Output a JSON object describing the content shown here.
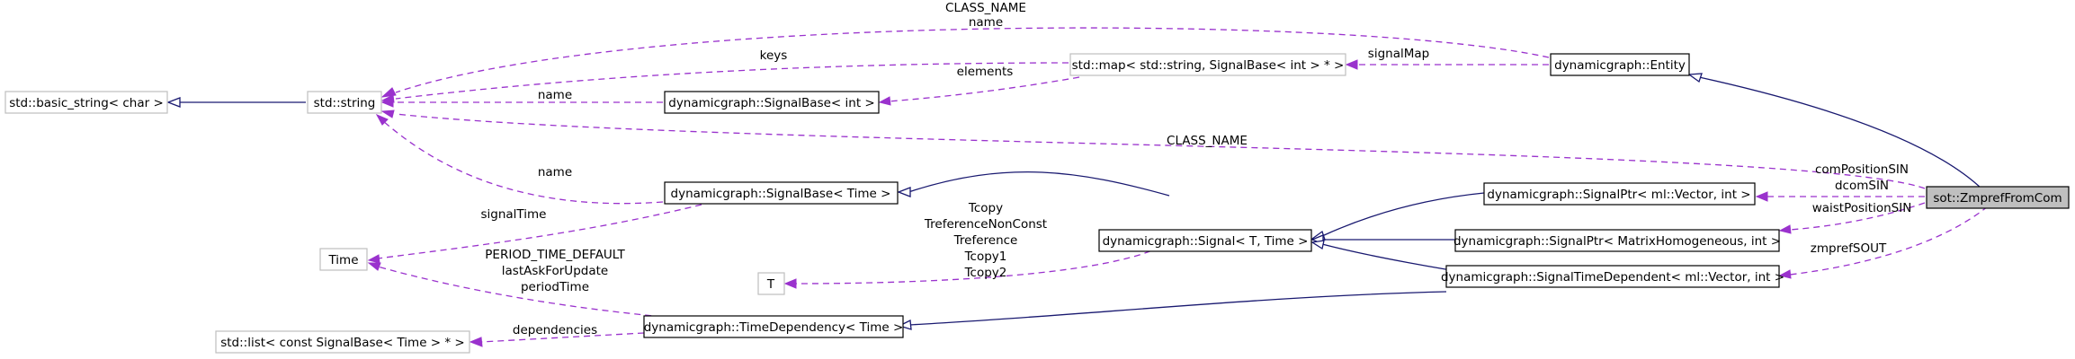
{
  "nodes": {
    "zmpref": "sot::ZmprefFromCom",
    "entity": "dynamicgraph::Entity",
    "stdmap": "std::map< std::string, SignalBase< int > * >",
    "stdstring": "std::string",
    "basicstring": "std::basic_string< char >",
    "signalbase_int": "dynamicgraph::SignalBase< int >",
    "signalbase_time": "dynamicgraph::SignalBase< Time >",
    "time": "Time",
    "t": "T",
    "signal_t_time": "dynamicgraph::Signal< T, Time >",
    "ptr_vector": "dynamicgraph::SignalPtr< ml::Vector, int >",
    "ptr_matrix": "dynamicgraph::SignalPtr< MatrixHomogeneous, int >",
    "timedep_vector": "dynamicgraph::SignalTimeDependent< ml::Vector, int >",
    "timedependency": "dynamicgraph::TimeDependency< Time >",
    "stdlist": "std::list< const SignalBase< Time > * >"
  },
  "edge_labels": {
    "class_name_top": "CLASS_NAME",
    "name_top": "name",
    "keys": "keys",
    "elements": "elements",
    "signal_map": "signalMap",
    "name_sigint": "name",
    "class_name_mid": "CLASS_NAME",
    "name_sigtime": "name",
    "signal_time": "signalTime",
    "com_position_sin": "comPositionSIN",
    "dcom_sin": "dcomSIN",
    "waist_position_sin": "waistPositionSIN",
    "zmpref_sout": "zmprefSOUT",
    "tcopy": "Tcopy",
    "treference_nonconst": "TreferenceNonConst",
    "treference": "Treference",
    "tcopy1": "Tcopy1",
    "tcopy2": "Tcopy2",
    "period_time_default": "PERIOD_TIME_DEFAULT",
    "last_ask_for_update": "lastAskForUpdate",
    "period_time": "periodTime",
    "dependencies": "dependencies"
  },
  "colors": {
    "inheritance_edge": "#191970",
    "usage_edge": "#9a32cd",
    "focus_node_fill": "#bfbfbf",
    "external_node_border": "#bfbfbf"
  }
}
